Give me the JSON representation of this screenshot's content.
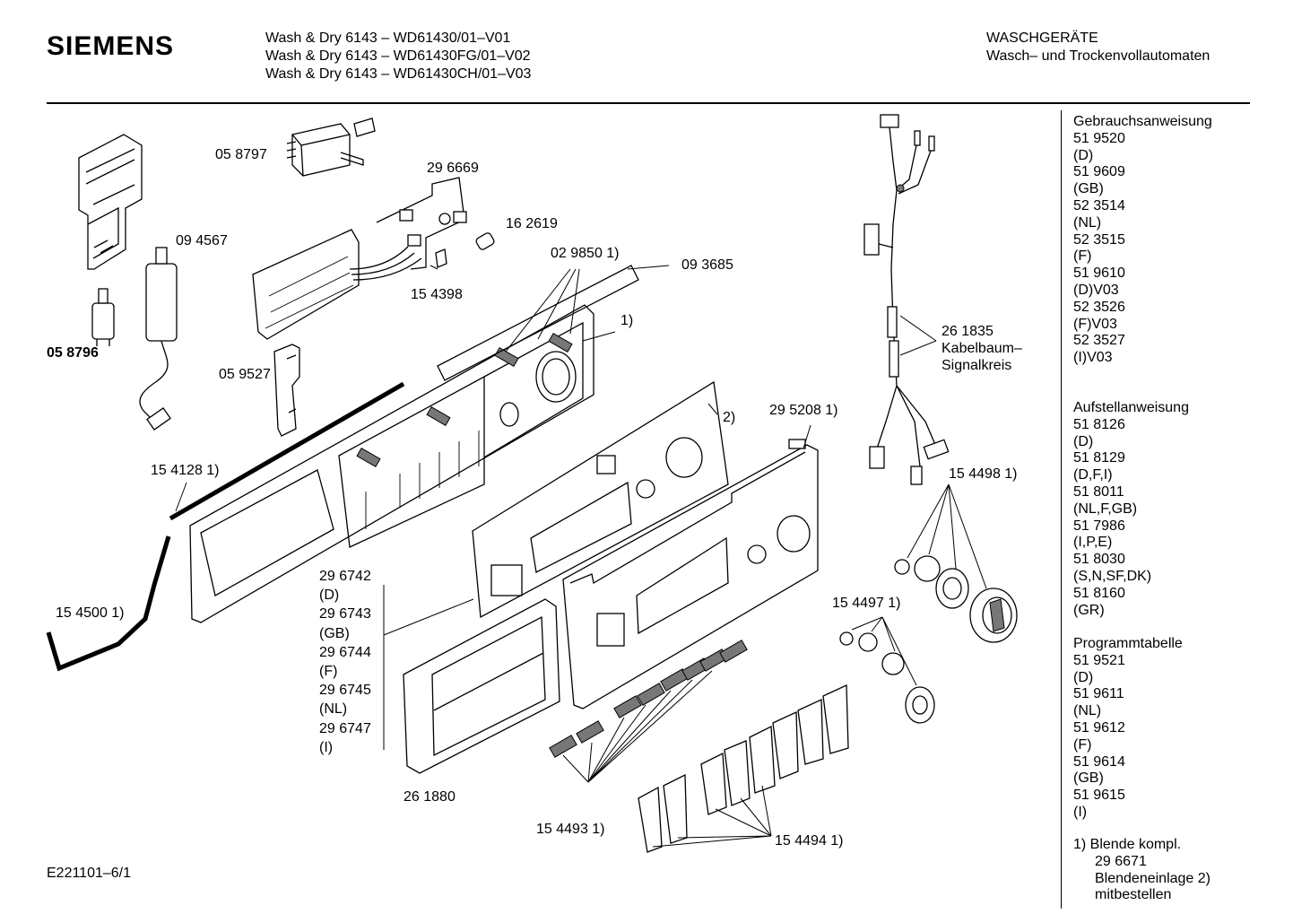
{
  "header": {
    "brand": "SIEMENS",
    "models": [
      "Wash & Dry 6143 – WD61430/01–V01",
      "Wash & Dry 6143 – WD61430FG/01–V02",
      "Wash & Dry 6143 – WD61430CH/01–V03"
    ],
    "category": [
      "WASCHGERÄTE",
      "Wasch– und Trockenvollautomaten"
    ]
  },
  "parts": {
    "p058797": "05 8797",
    "p296669": "29 6669",
    "p094567": "09 4567",
    "p162619": "16 2619",
    "p029850": "02 9850 1)",
    "p093685": "09 3685",
    "p154398": "15 4398",
    "p058796": "05 8796",
    "p059527": "05 9527",
    "p_1": "1)",
    "p_2": "2)",
    "p295208": "29 5208 1)",
    "p154128": "15 4128 1)",
    "p154500": "15 4500 1)",
    "p261880": "26 1880",
    "p154493": "15 4493 1)",
    "p154494": "15 4494 1)",
    "p154497": "15 4497 1)",
    "p154498": "15 4498 1)",
    "p261835": [
      "26 1835",
      "Kabelbaum–",
      "Signalkreis"
    ],
    "panel_list": [
      "29 6742",
      "(D)",
      "29 6743",
      "(GB)",
      "29 6744",
      "(F)",
      "29 6745",
      "(NL)",
      "29 6747",
      "(I)"
    ]
  },
  "sidebar": {
    "gebrauch": [
      "Gebrauchsanweisung",
      "51 9520",
      "(D)",
      "51 9609",
      "(GB)",
      "52 3514",
      "(NL)",
      "52 3515",
      "(F)",
      "51 9610",
      "(D)V03",
      "52 3526",
      "(F)V03",
      "52 3527",
      "(I)V03"
    ],
    "aufstell": [
      "Aufstellanweisung",
      "51 8126",
      "(D)",
      "51 8129",
      "(D,F,I)",
      "51 8011",
      "(NL,F,GB)",
      "51 7986",
      "(I,P,E)",
      "51 8030",
      "(S,N,SF,DK)",
      "51 8160",
      "(GR)"
    ],
    "programm": [
      "Programmtabelle",
      "51 9521",
      "(D)",
      "51 9611",
      "(NL)",
      "51 9612",
      "(F)",
      "51 9614",
      "(GB)",
      "51 9615",
      "(I)"
    ],
    "notes": [
      "1) Blende kompl.",
      "29 6671",
      "Blendeneinlage 2)",
      "mitbestellen"
    ]
  },
  "footer": "E221101–6/1"
}
